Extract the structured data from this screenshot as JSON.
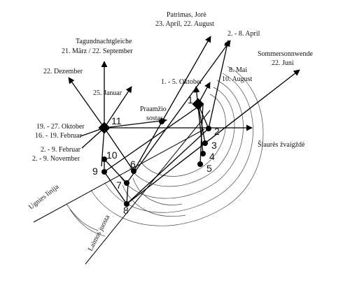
{
  "labels": {
    "patrimas": "Patrimas, Jorė",
    "patrimas_date": "23. April, 22. August",
    "april": "2. - 8. April",
    "sommer": "Sommersonnwende",
    "sommer_date": "22. Juni",
    "mai": "8. Mai",
    "august": "10. August",
    "tagund": "Tagundnachtgleiche",
    "tagund_date": "21. März / 22. September",
    "dezember": "22. Dezember",
    "januar": "25. Januar",
    "oktober_1_5": "1. - 5. Oktober",
    "praamzio": "Praamžio",
    "sostas": "sostas",
    "oktober_19_27": "19. - 27. Oktober",
    "februar_16_19": "16. - 19. Februar",
    "februar_2_9": "2. - 9. Februar",
    "november_2_9": "2. - 9. November",
    "siaures": "Šiaurės žvaigždė",
    "ugnies": "Ugnies linija",
    "laimos": "Laimos juosta"
  },
  "numbers": {
    "n1": "1",
    "n2": "2",
    "n3": "3",
    "n4": "4",
    "n5": "5",
    "n6": "6",
    "n7": "7",
    "n8": "8",
    "n9": "9",
    "n10": "10",
    "n11": "11"
  }
}
